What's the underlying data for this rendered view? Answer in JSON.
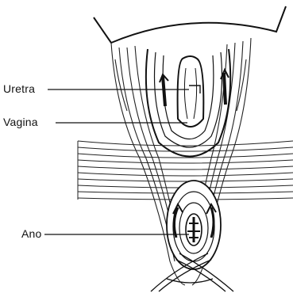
{
  "figure": {
    "labels": {
      "uretra": "Uretra",
      "vagina": "Vagina",
      "ano": "Ano"
    }
  }
}
